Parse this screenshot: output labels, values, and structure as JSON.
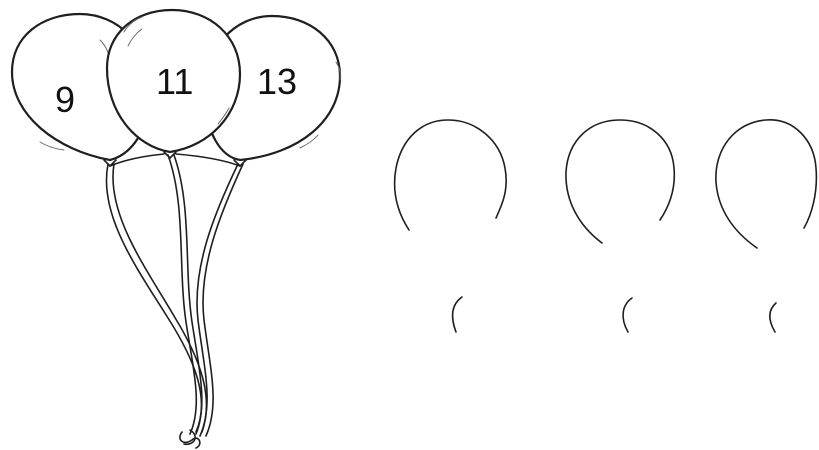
{
  "balloon_bunch": {
    "numbers": [
      "9",
      "11",
      "13"
    ]
  },
  "empty_balloons": {
    "count": 3
  },
  "colors": {
    "ink": "#1f1f1f",
    "background": "#ffffff"
  }
}
